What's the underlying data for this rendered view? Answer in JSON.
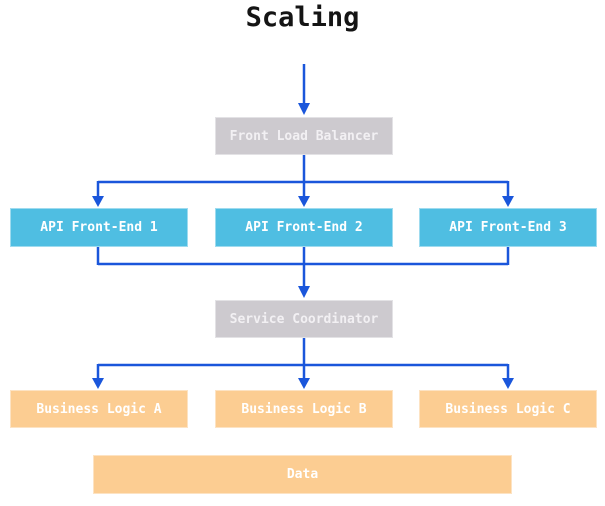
{
  "title": "Scaling",
  "nodes": {
    "front_load_balancer": "Front Load Balancer",
    "api_front_end_1": "API Front-End 1",
    "api_front_end_2": "API Front-End 2",
    "api_front_end_3": "API Front-End 3",
    "service_coordinator": "Service Coordinator",
    "business_logic_a": "Business Logic A",
    "business_logic_b": "Business Logic B",
    "business_logic_c": "Business Logic C",
    "data_store": "Data"
  },
  "edges": [
    {
      "from": "top",
      "to": "front_load_balancer"
    },
    {
      "from": "front_load_balancer",
      "to": "api_front_end_1"
    },
    {
      "from": "front_load_balancer",
      "to": "api_front_end_2"
    },
    {
      "from": "front_load_balancer",
      "to": "api_front_end_3"
    },
    {
      "from": "api_front_end_1",
      "to": "service_coordinator"
    },
    {
      "from": "api_front_end_2",
      "to": "service_coordinator"
    },
    {
      "from": "api_front_end_3",
      "to": "service_coordinator"
    },
    {
      "from": "service_coordinator",
      "to": "business_logic_a"
    },
    {
      "from": "service_coordinator",
      "to": "business_logic_b"
    },
    {
      "from": "service_coordinator",
      "to": "business_logic_c"
    }
  ],
  "colors": {
    "arrow": "#1a56db",
    "gray_node": "#cdcacf",
    "cyan_node": "#4fbee2",
    "orange_node": "#fccd92",
    "node_text": "#ffffff",
    "title_text": "#141414",
    "background": "#ffffff"
  }
}
